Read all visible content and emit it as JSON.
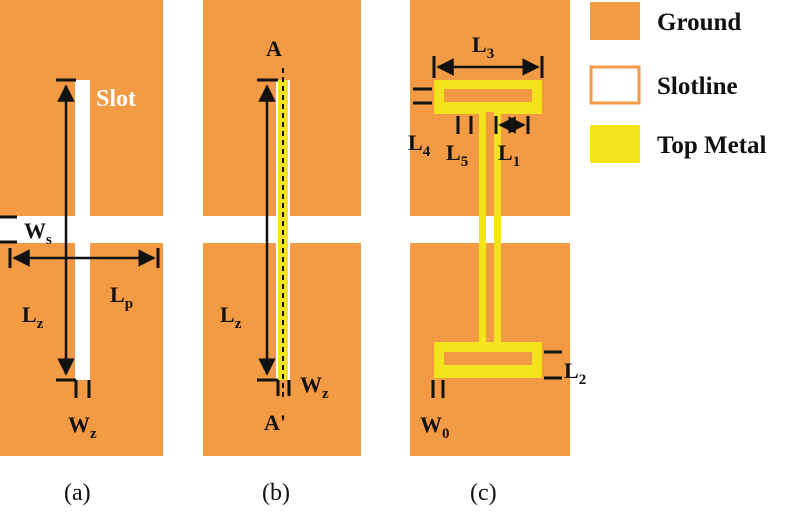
{
  "colors": {
    "ground": "#F39A45",
    "slotline": "#FFFFFF",
    "top_metal": "#F4E41E",
    "ink": "#111111"
  },
  "legend": {
    "ground": "Ground",
    "slotline": "Slotline",
    "top_metal": "Top Metal"
  },
  "panel_a": {
    "caption": "(a)",
    "slot_label": "Slot",
    "ws": {
      "main": "W",
      "sub": "s"
    },
    "lp": {
      "main": "L",
      "sub": "p"
    },
    "lz": {
      "main": "L",
      "sub": "z"
    },
    "wz": {
      "main": "W",
      "sub": "z"
    }
  },
  "panel_b": {
    "caption": "(b)",
    "a_top": "A",
    "a_bottom": "A'",
    "lz": {
      "main": "L",
      "sub": "z"
    },
    "wz": {
      "main": "W",
      "sub": "z"
    }
  },
  "panel_c": {
    "caption": "(c)",
    "l3": {
      "main": "L",
      "sub": "3"
    },
    "l4": {
      "main": "L",
      "sub": "4"
    },
    "l5": {
      "main": "L",
      "sub": "5"
    },
    "l1": {
      "main": "L",
      "sub": "1"
    },
    "l2": {
      "main": "L",
      "sub": "2"
    },
    "w0": {
      "main": "W",
      "sub": "0"
    }
  }
}
